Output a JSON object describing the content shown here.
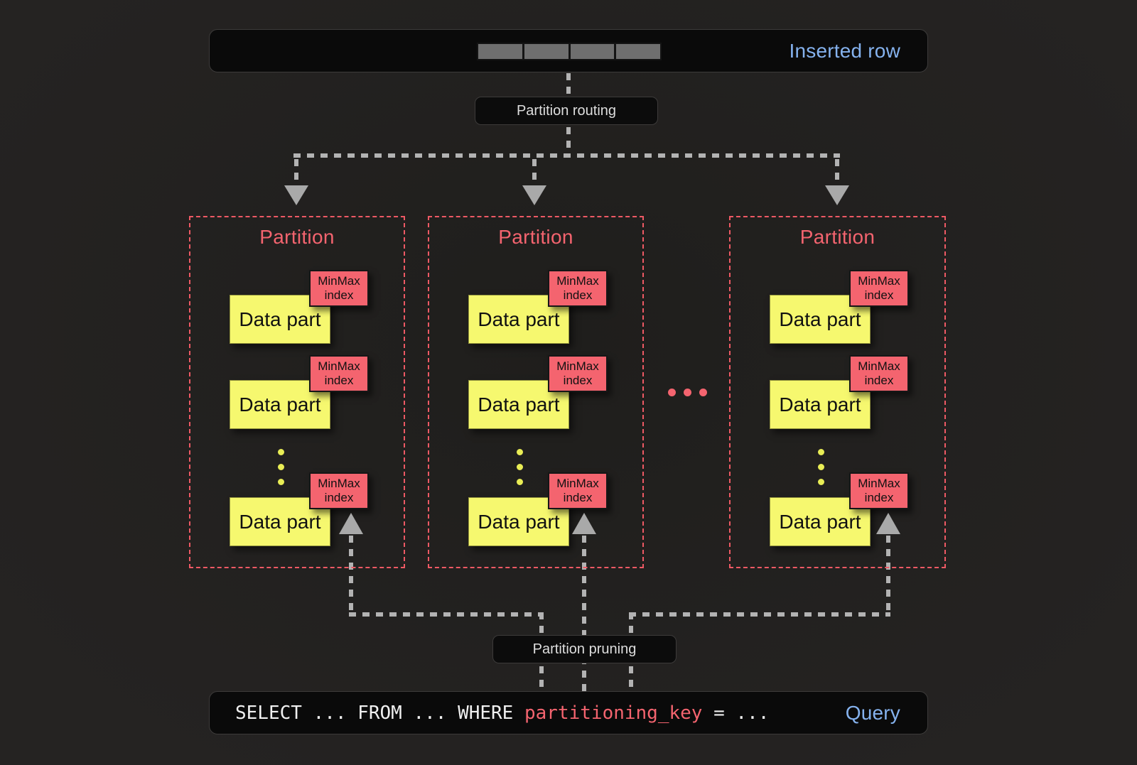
{
  "colors": {
    "background": "#232120",
    "bar_background": "#0a0a0a",
    "coral": "#f4646f",
    "yellow": "#f6f86f",
    "blue": "#85b2ee",
    "gray_line": "#b3b3b3",
    "cell_gray": "#6f6f6f"
  },
  "inserted_row_bar": {
    "label": "Inserted row",
    "cell_count": 4
  },
  "flow_labels": {
    "routing": "Partition routing",
    "pruning": "Partition pruning"
  },
  "partitions": [
    {
      "title": "Partition",
      "parts": [
        {
          "label": "Data part",
          "minmax_line1": "MinMax",
          "minmax_line2": "index"
        },
        {
          "label": "Data part",
          "minmax_line1": "MinMax",
          "minmax_line2": "index"
        },
        {
          "label": "Data part",
          "minmax_line1": "MinMax",
          "minmax_line2": "index"
        }
      ]
    },
    {
      "title": "Partition",
      "parts": [
        {
          "label": "Data part",
          "minmax_line1": "MinMax",
          "minmax_line2": "index"
        },
        {
          "label": "Data part",
          "minmax_line1": "MinMax",
          "minmax_line2": "index"
        },
        {
          "label": "Data part",
          "minmax_line1": "MinMax",
          "minmax_line2": "index"
        }
      ]
    },
    {
      "title": "Partition",
      "parts": [
        {
          "label": "Data part",
          "minmax_line1": "MinMax",
          "minmax_line2": "index"
        },
        {
          "label": "Data part",
          "minmax_line1": "MinMax",
          "minmax_line2": "index"
        },
        {
          "label": "Data part",
          "minmax_line1": "MinMax",
          "minmax_line2": "index"
        }
      ]
    }
  ],
  "query_bar": {
    "code_before": "SELECT ... FROM ... WHERE ",
    "code_key": "partitioning_key",
    "code_after": " = ...",
    "label": "Query"
  }
}
